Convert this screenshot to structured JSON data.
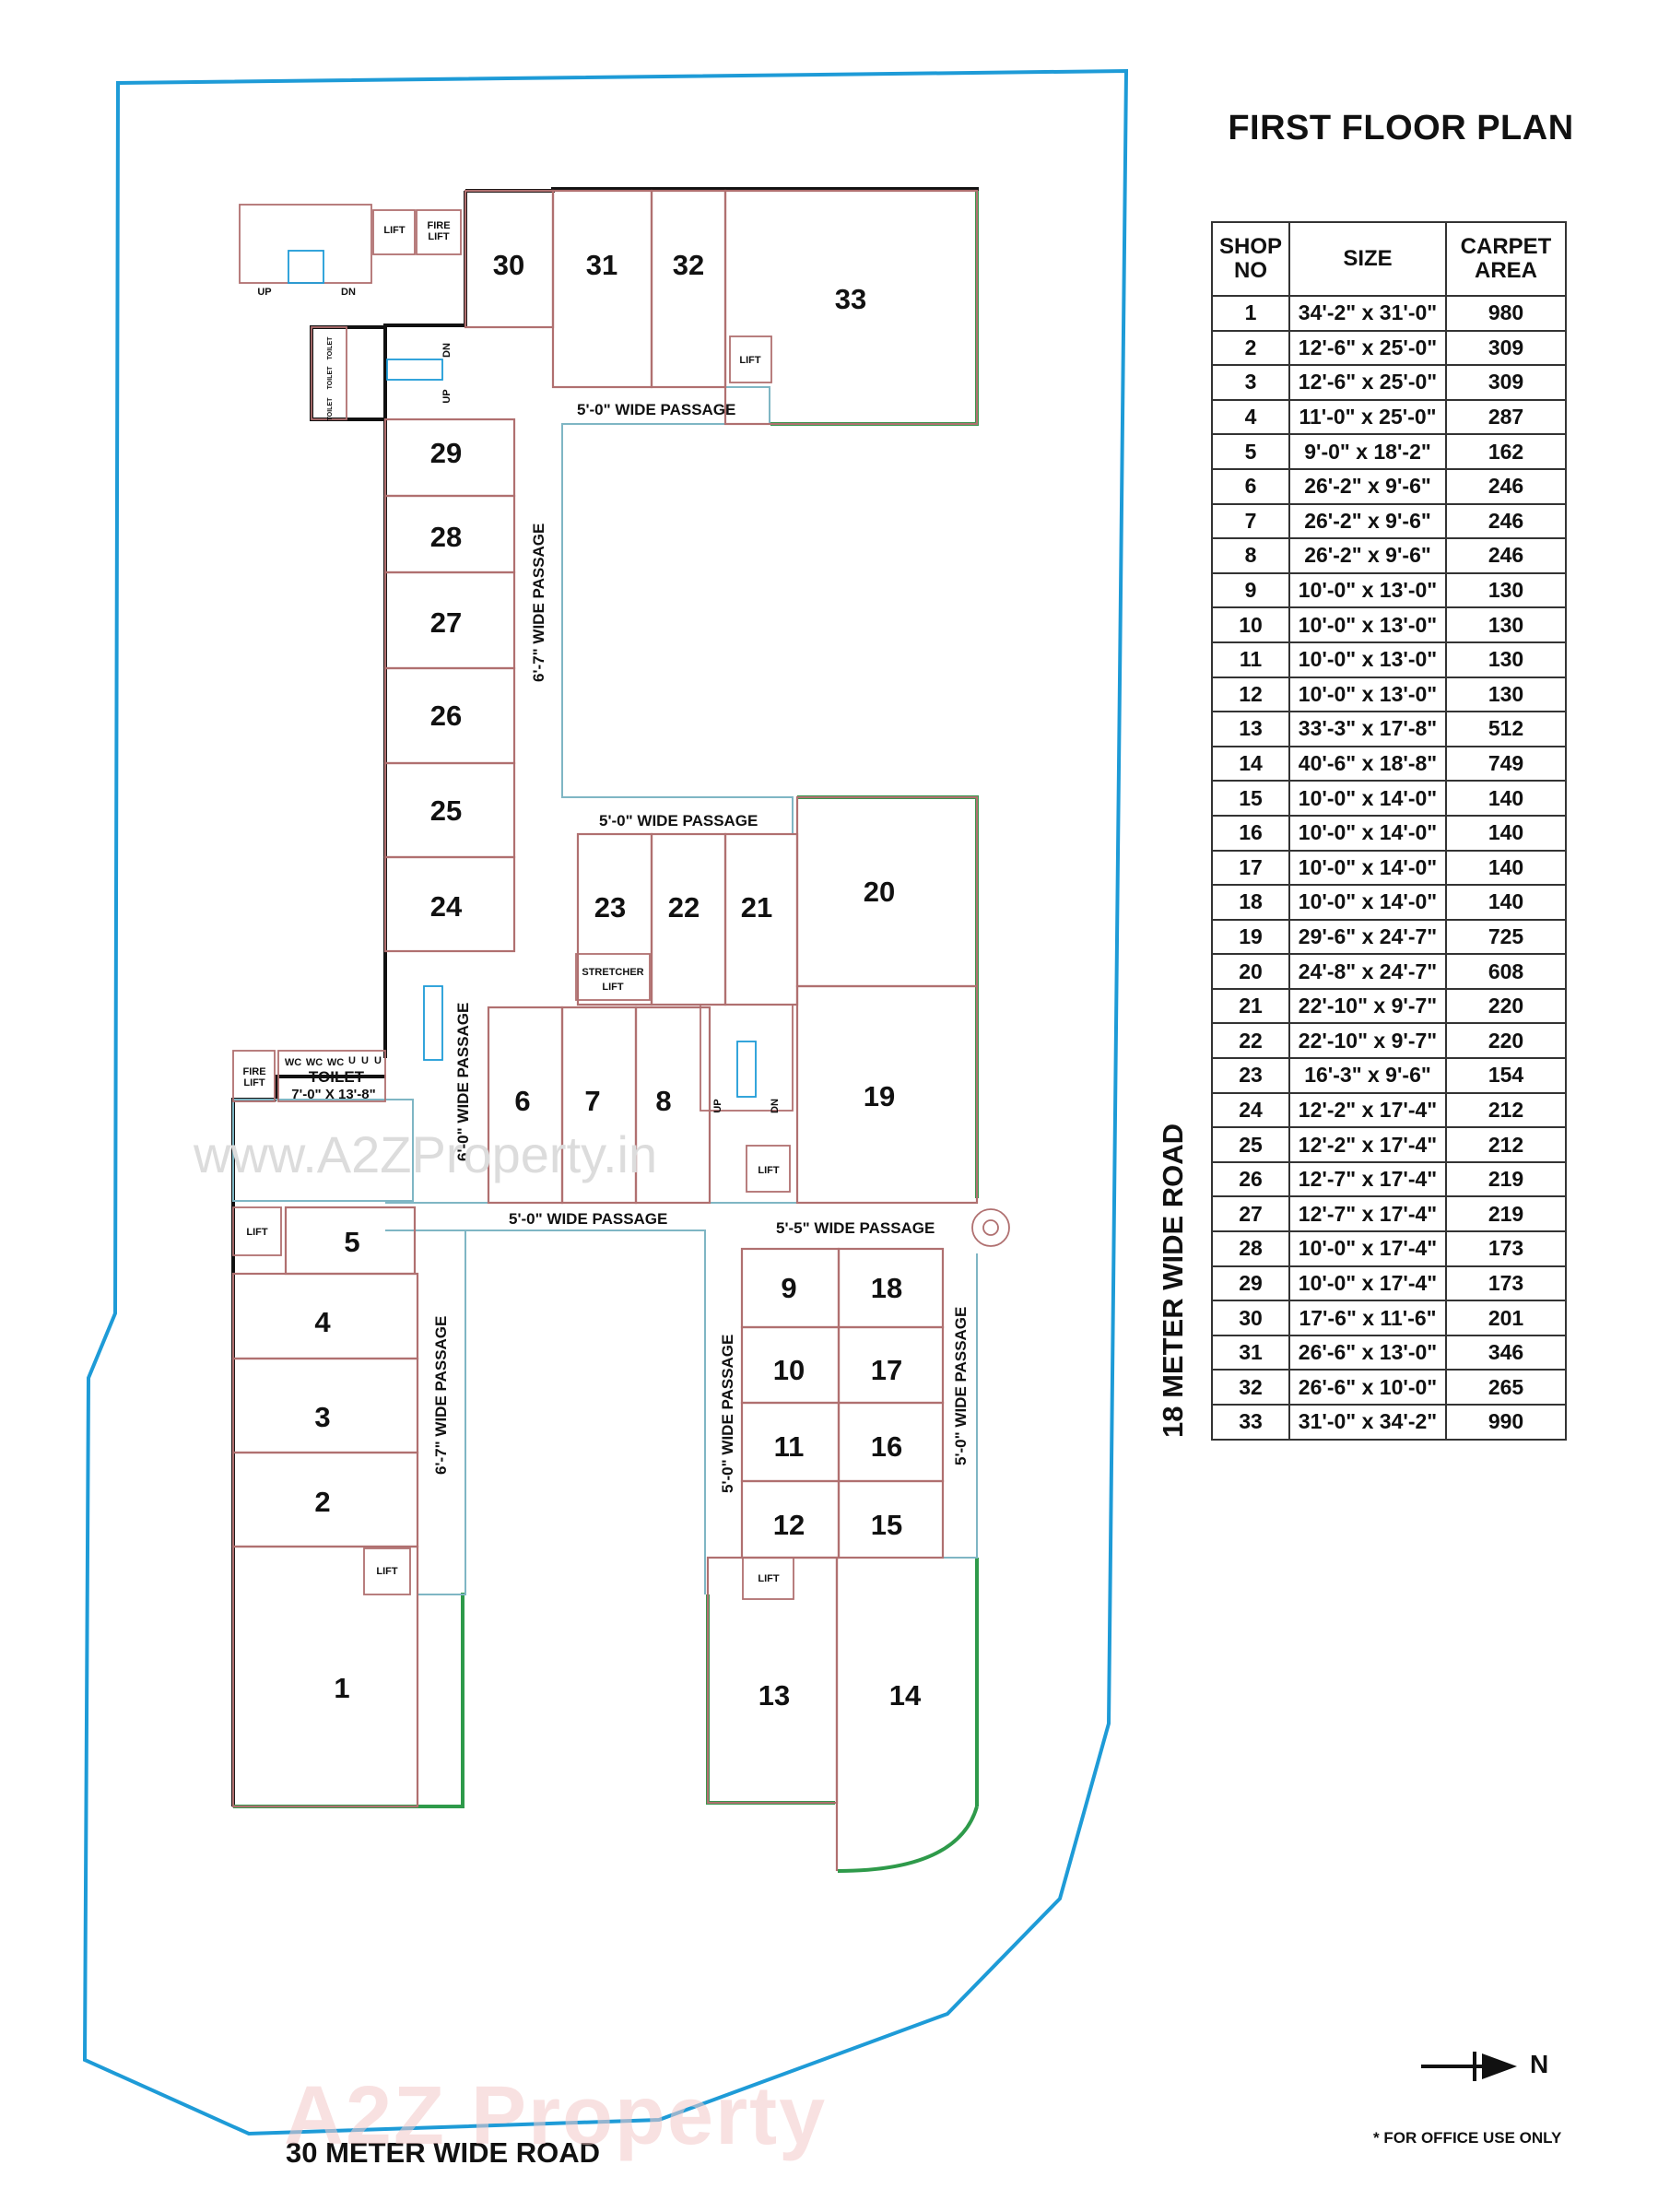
{
  "title": "FIRST FLOOR PLAN",
  "table": {
    "headers": [
      "SHOP\nNO",
      "SIZE",
      "CARPET\nAREA"
    ],
    "header_shop": [
      "SHOP",
      "NO"
    ],
    "header_size": "SIZE",
    "header_area": [
      "CARPET",
      "AREA"
    ],
    "rows": [
      [
        "1",
        "34'-2\" x 31'-0\"",
        "980"
      ],
      [
        "2",
        "12'-6\" x 25'-0\"",
        "309"
      ],
      [
        "3",
        "12'-6\" x 25'-0\"",
        "309"
      ],
      [
        "4",
        "11'-0\" x 25'-0\"",
        "287"
      ],
      [
        "5",
        "9'-0\" x 18'-2\"",
        "162"
      ],
      [
        "6",
        "26'-2\" x 9'-6\"",
        "246"
      ],
      [
        "7",
        "26'-2\" x 9'-6\"",
        "246"
      ],
      [
        "8",
        "26'-2\" x 9'-6\"",
        "246"
      ],
      [
        "9",
        "10'-0\" x 13'-0\"",
        "130"
      ],
      [
        "10",
        "10'-0\" x 13'-0\"",
        "130"
      ],
      [
        "11",
        "10'-0\" x 13'-0\"",
        "130"
      ],
      [
        "12",
        "10'-0\" x 13'-0\"",
        "130"
      ],
      [
        "13",
        "33'-3\" x 17'-8\"",
        "512"
      ],
      [
        "14",
        "40'-6\" x 18'-8\"",
        "749"
      ],
      [
        "15",
        "10'-0\" x 14'-0\"",
        "140"
      ],
      [
        "16",
        "10'-0\" x 14'-0\"",
        "140"
      ],
      [
        "17",
        "10'-0\" x 14'-0\"",
        "140"
      ],
      [
        "18",
        "10'-0\" x 14'-0\"",
        "140"
      ],
      [
        "19",
        "29'-6\" x 24'-7\"",
        "725"
      ],
      [
        "20",
        "24'-8\" x 24'-7\"",
        "608"
      ],
      [
        "21",
        "22'-10\" x 9'-7\"",
        "220"
      ],
      [
        "22",
        "22'-10\" x 9'-7\"",
        "220"
      ],
      [
        "23",
        "16'-3\" x 9'-6\"",
        "154"
      ],
      [
        "24",
        "12'-2\" x 17'-4\"",
        "212"
      ],
      [
        "25",
        "12'-2\" x 17'-4\"",
        "212"
      ],
      [
        "26",
        "12'-7\" x 17'-4\"",
        "219"
      ],
      [
        "27",
        "12'-7\" x 17'-4\"",
        "219"
      ],
      [
        "28",
        "10'-0\" x 17'-4\"",
        "173"
      ],
      [
        "29",
        "10'-0\" x 17'-4\"",
        "173"
      ],
      [
        "30",
        "17'-6\" x 11'-6\"",
        "201"
      ],
      [
        "31",
        "26'-6\" x 13'-0\"",
        "346"
      ],
      [
        "32",
        "26'-6\" x 10'-0\"",
        "265"
      ],
      [
        "33",
        "31'-0\" x 34'-2\"",
        "990"
      ]
    ]
  },
  "plan": {
    "passages": {
      "top": "5'-0\" WIDE PASSAGE",
      "vertical_upper": "6'-7\" WIDE PASSAGE",
      "middle": "5'-0\" WIDE PASSAGE",
      "vertical_mid": "6'-0\" WIDE PASSAGE",
      "lower_left": "5'-0\" WIDE PASSAGE",
      "lower_right": "5'-5\" WIDE PASSAGE",
      "vertical_left": "6'-7\" WIDE PASSAGE",
      "vertical_center": "5'-0\" WIDE PASSAGE",
      "vertical_right": "5'-0\" WIDE PASSAGE"
    },
    "labels": {
      "lift": "LIFT",
      "fire": "FIRE",
      "stretcher": "STRETCHER",
      "toilet": "TOILET",
      "toilet_size": "7'-0\" X 13'-8\"",
      "wc": "WC",
      "u": "U",
      "up": "UP",
      "dn": "DN",
      "small_toilet": "TOILET"
    }
  },
  "roads": {
    "south": "30 METER WIDE ROAD",
    "east": "18 METER WIDE ROAD"
  },
  "north_label": "N",
  "note": "* FOR OFFICE USE ONLY",
  "watermark_1": "www.A2ZProperty.in",
  "watermark_2": "A2Z Property",
  "colors": {
    "site_boundary": "#1e9bd7",
    "open_edge": "#2e9a4a",
    "shop_wall": "#b07070",
    "passage_line": "#7fb6c4"
  }
}
